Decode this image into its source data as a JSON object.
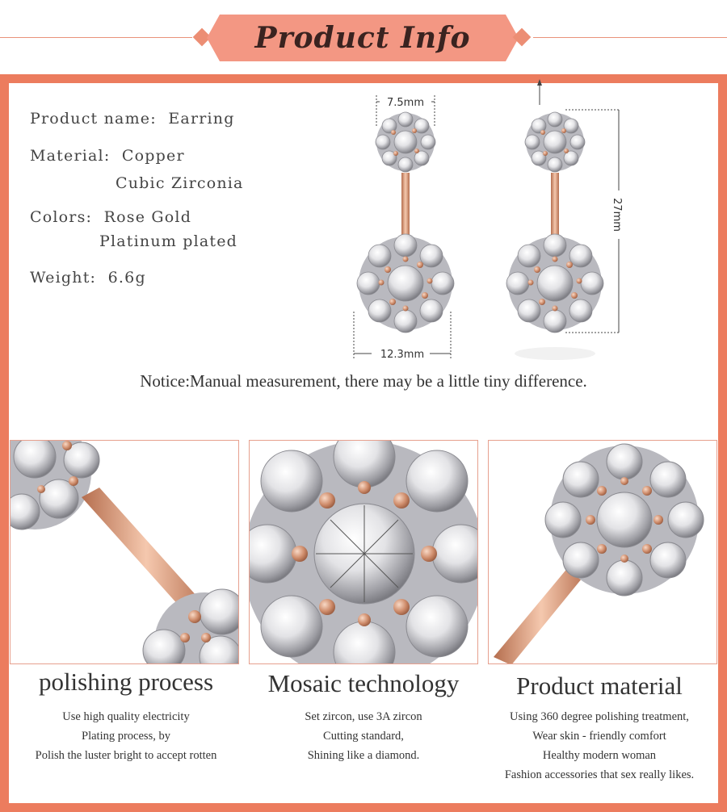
{
  "header": {
    "title": "Product Info"
  },
  "specs": {
    "name_label": "Product name:",
    "name_value": "Earring",
    "material_label": "Material:",
    "material_values": [
      "Copper",
      "Cubic Zirconia"
    ],
    "colors_label": "Colors:",
    "colors_values": [
      "Rose Gold",
      "Platinum plated"
    ],
    "weight_label": "Weight:",
    "weight_value": "6.6g"
  },
  "dimensions": {
    "top_width": "7.5mm",
    "bottom_width": "12.3mm",
    "height": "27mm"
  },
  "notice": "Notice:Manual measurement, there may be a little tiny difference.",
  "panels": [
    {
      "title": "polishing process",
      "lines": [
        "Use high quality electricity",
        "Plating process, by",
        "Polish the luster bright to accept rotten"
      ]
    },
    {
      "title": "Mosaic technology",
      "lines": [
        "Set zircon, use 3A zircon",
        "Cutting standard,",
        "Shining like a diamond."
      ]
    },
    {
      "title": "Product material",
      "lines": [
        "Using 360 degree polishing treatment,",
        "Wear skin - friendly comfort",
        "Healthy modern woman",
        "Fashion accessories that sex really likes."
      ]
    }
  ],
  "colors": {
    "accent": "#ec7c5e",
    "banner": "#f39783",
    "rose_gold": "#d99a7c"
  }
}
